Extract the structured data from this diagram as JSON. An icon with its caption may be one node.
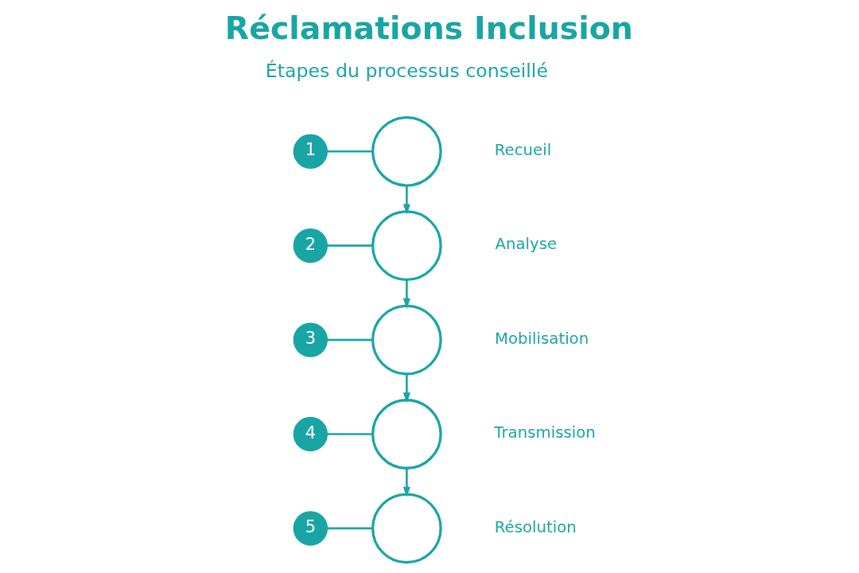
{
  "diagram": {
    "title": "Réclamations Inclusion",
    "nodes": [
      {
        "text": [
          "1"
        ]
      },
      {
        "text": [],
        "shape": "circle",
        "beside": [
          "Recueil"
        ]
      },
      {
        "text": [
          "2"
        ]
      },
      {
        "text": [],
        "shape": "circle",
        "beside": [
          "Analyse"
        ]
      },
      {
        "text": [
          "3"
        ]
      },
      {
        "text": [],
        "shape": "circle",
        "beside": [
          "Mobilisation"
        ]
      },
      {
        "text": [
          "4"
        ]
      },
      {
        "text": [],
        "shape": "circle",
        "beside": [
          "Transmission"
        ]
      },
      {
        "text": [
          "5"
        ]
      },
      {
        "text": [],
        "shape": "circle",
        "beside": [
          "Résolution"
        ]
      }
    ],
    "edges": [
      {
        "from": 0,
        "to": 1,
        "arrow": "none"
      },
      {
        "from": 1,
        "to": 3,
        "arrow": "to"
      },
      {
        "from": 2,
        "to": 3,
        "arrow": "none"
      },
      {
        "from": 3,
        "to": 5,
        "arrow": "to"
      },
      {
        "from": 4,
        "to": 5,
        "arrow": "none"
      },
      {
        "from": 5,
        "to": 7,
        "arrow": "to"
      },
      {
        "from": 6,
        "to": 7,
        "arrow": "none"
      },
      {
        "from": 7,
        "to": 9,
        "arrow": "to"
      },
      {
        "from": 8,
        "to": 9,
        "arrow": "none"
      }
    ],
    "labels": [
      "Étapes du processus conseillé"
    ]
  }
}
